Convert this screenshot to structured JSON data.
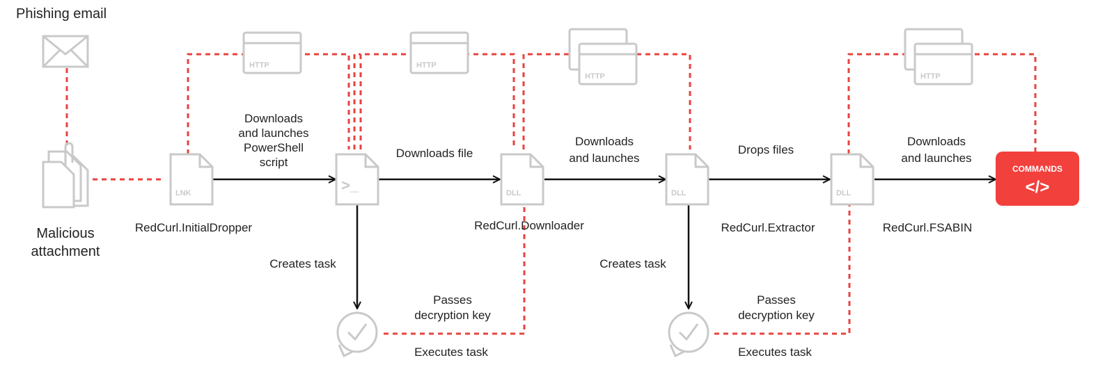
{
  "nodes": {
    "phishing_email": "Phishing email",
    "malicious_attachment_line1": "Malicious",
    "malicious_attachment_line2": "attachment",
    "initial_dropper": "RedCurl.InitialDropper",
    "downloader": "RedCurl.Downloader",
    "extractor": "RedCurl.Extractor",
    "fsabin": "RedCurl.FSABIN"
  },
  "icons": {
    "lnk": "LNK",
    "dll": "DLL",
    "http": "HTTP",
    "shell_prompt": ">_",
    "commands_title": "COMMANDS",
    "commands_symbol": "</>"
  },
  "edges": {
    "e1": [
      "Downloads",
      "and launches",
      "PowerShell",
      "script"
    ],
    "e2": "Downloads file",
    "e3": [
      "Downloads",
      "and launches"
    ],
    "e4": "Drops files",
    "e5": [
      "Downloads",
      "and launches"
    ],
    "creates_task": "Creates task",
    "passes_key": [
      "Passes",
      "decryption key"
    ],
    "executes_task": "Executes task"
  },
  "colors": {
    "accent": "#e8423f",
    "commands_bg": "#f2403d",
    "icon_grey": "#c9c9c9",
    "text": "#222222"
  }
}
